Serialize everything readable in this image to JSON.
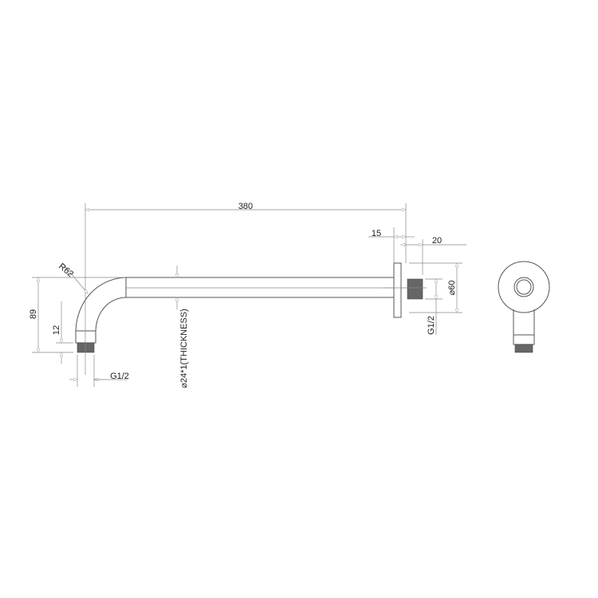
{
  "dimensions": {
    "arm_length": "380",
    "flange_thickness": "15",
    "fitting_length": "20",
    "flange_diameter": "⌀60",
    "wall_thread": "G1/2",
    "drop_height": "89",
    "thread_length": "12",
    "outlet_thread": "G1/2",
    "bend_radius": "R62",
    "tube_spec": "⌀24*1(THICKNESS)"
  },
  "colors": {
    "line": "#555555",
    "dimension": "#888888",
    "thread": "#666666"
  }
}
